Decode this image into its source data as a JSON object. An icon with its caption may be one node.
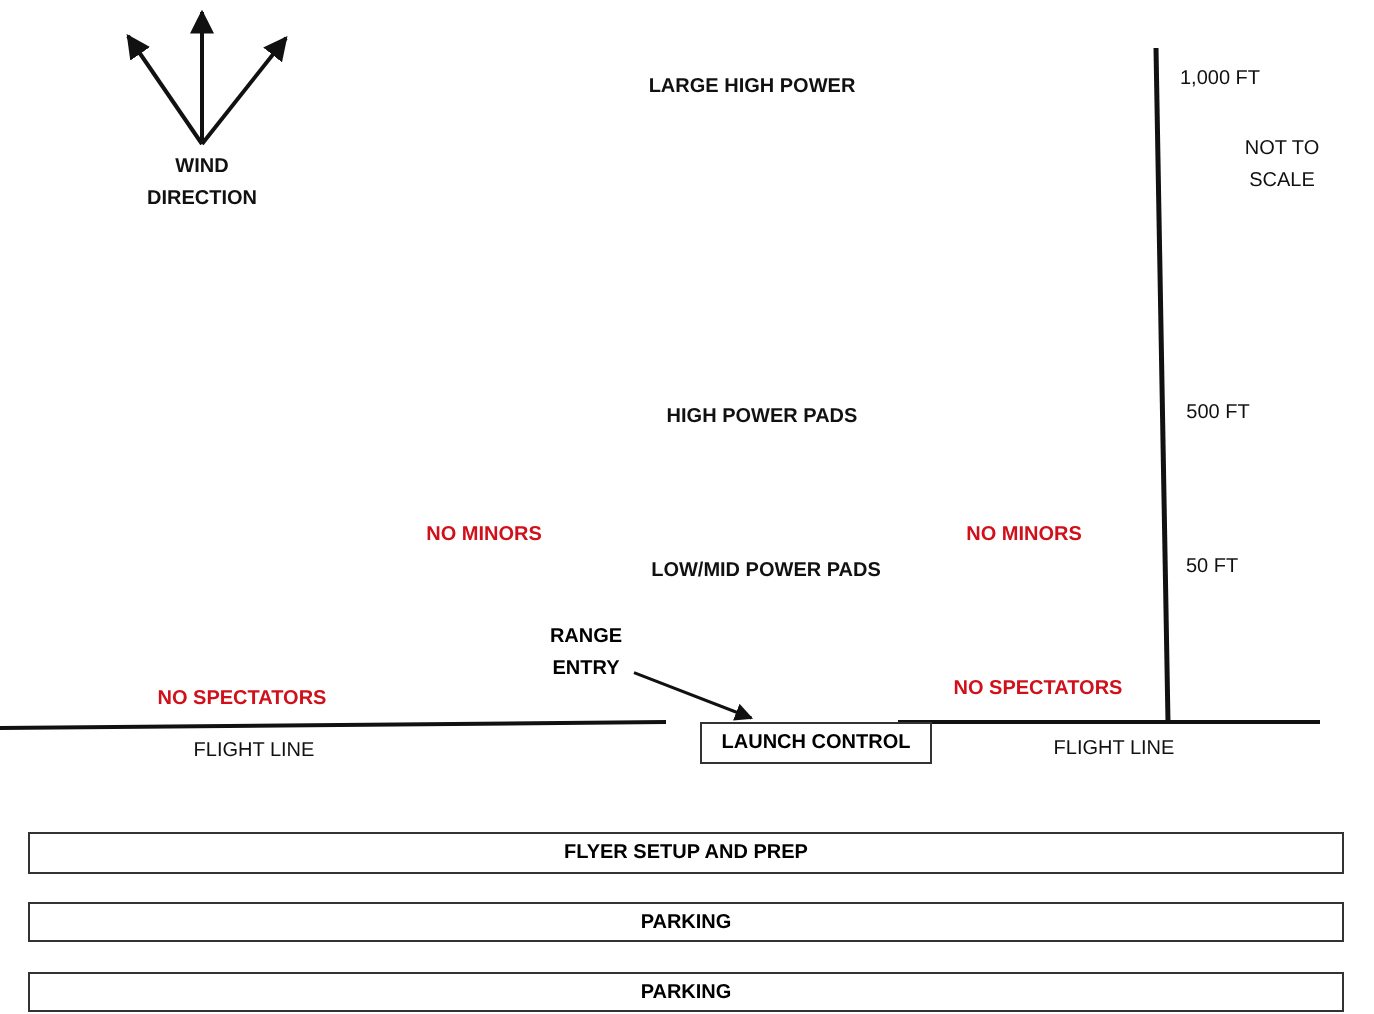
{
  "diagram": {
    "nodes": [
      {
        "text": [
          "LAUNCH CONTROL"
        ]
      },
      {
        "text": [
          "FLYER SETUP AND PREP"
        ]
      },
      {
        "text": [
          "PARKING"
        ]
      },
      {
        "text": [
          "PARKING"
        ]
      },
      {
        "text": [
          "RANGE ENTRY"
        ]
      }
    ],
    "edges": [
      {
        "from": 4,
        "to": 0,
        "arrow": "to"
      }
    ],
    "labels": [
      "WIND DIRECTION",
      "LARGE HIGH POWER",
      "1,000 FT",
      "NOT TO SCALE",
      "HIGH POWER PADS",
      "500 FT",
      "NO MINORS",
      "NO MINORS",
      "LOW/MID POWER PADS",
      "50 FT",
      "NO SPECTATORS",
      "NO SPECTATORS",
      "FLIGHT LINE",
      "FLIGHT LINE"
    ]
  }
}
